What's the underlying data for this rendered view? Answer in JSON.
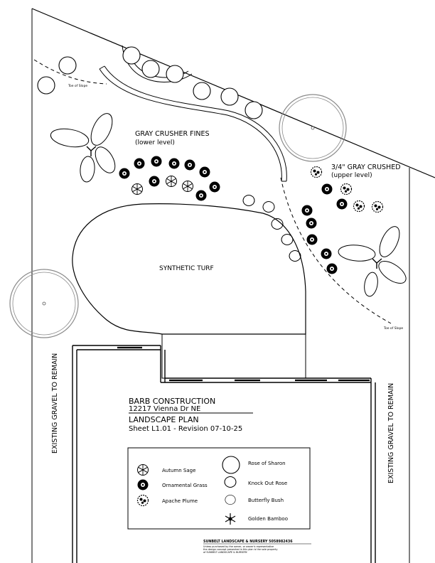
{
  "areas": {
    "lower_fines_line1": "GRAY CRUSHER FINES",
    "lower_fines_line2": "(lower level)",
    "upper_crushed_line1": "3/4\" GRAY CRUSHED",
    "upper_crushed_line2": "(upper level)",
    "turf": "SYNTHETIC TURF",
    "gravel_left": "EXISTING GRAVEL TO REMAIN",
    "gravel_right": "EXISTING GRAVEL TO REMAIN",
    "toe_left": "Toe of Slope",
    "toe_right": "Toe of Slope"
  },
  "title_block": {
    "company": "BARB CONSTRUCTION",
    "address": "12217 Vienna Dr NE",
    "plan_title": "LANDSCAPE PLAN",
    "sheet": "Sheet L1.01 - Revision 07-10-25"
  },
  "legend": {
    "items": [
      {
        "label": "Autumn Sage",
        "icon": "autumn-sage-symbol"
      },
      {
        "label": "Ornamental Grass",
        "icon": "ornamental-grass-symbol"
      },
      {
        "label": "Apache Plume",
        "icon": "apache-plume-symbol"
      },
      {
        "label": "Rose of Sharon",
        "icon": "rose-of-sharon-symbol"
      },
      {
        "label": "Knock Out Rose",
        "icon": "knock-out-rose-symbol"
      },
      {
        "label": "Butterfly Bush",
        "icon": "butterfly-bush-symbol"
      },
      {
        "label": "Golden Bamboo",
        "icon": "golden-bamboo-symbol"
      }
    ]
  },
  "credit": {
    "title": "SUNBELT LANDSCAPE & NURSERY 5058982436",
    "line1": "Unless purchased by the owner, or owner's representative",
    "line2": "the design concept presented in this plan is the sole property",
    "line3": "of SUNBELT LANDSCAPE & NURSERY."
  }
}
